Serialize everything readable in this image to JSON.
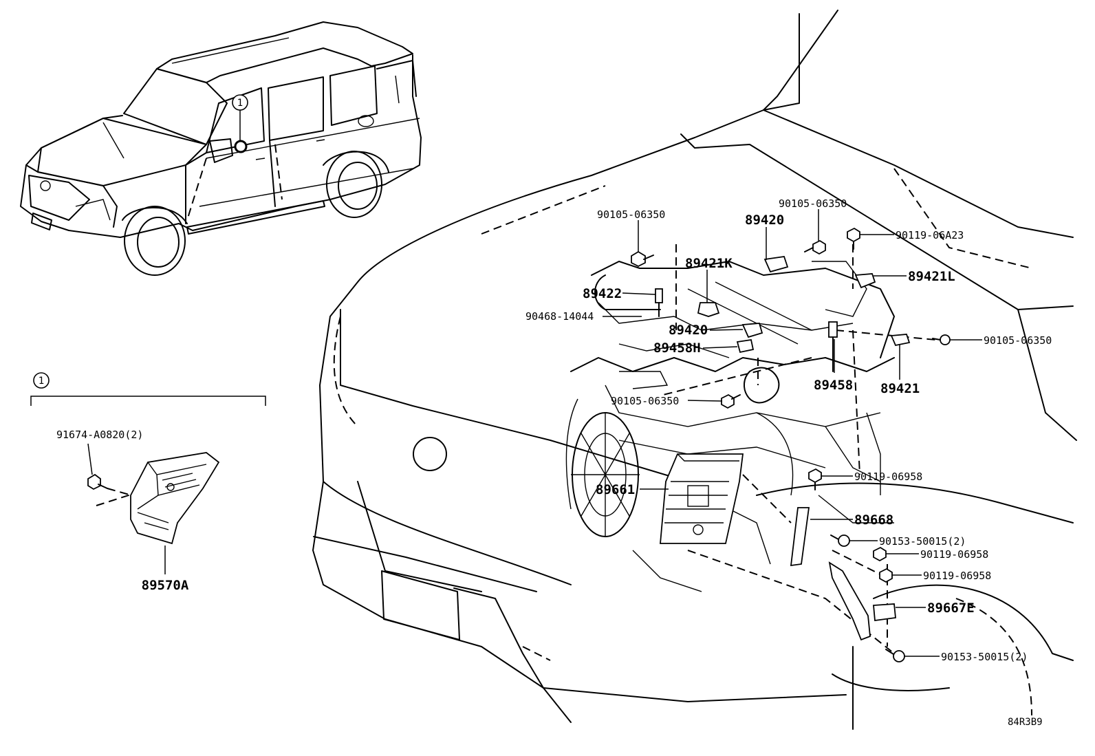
{
  "callout_marker": "1",
  "inset": {
    "marker": "1",
    "parts": {
      "bolt": "91674-A0820(2)",
      "module": "89570A"
    }
  },
  "labels": {
    "p90105_a": "90105-06350",
    "p90105_b": "90105-06350",
    "p90119_06A23": "90119-06A23",
    "p89420_top": "89420",
    "p89421K": "89421K",
    "p89421L": "89421L",
    "p89422": "89422",
    "p90468": "90468-14044",
    "p89420_mid": "89420",
    "p89458H": "89458H",
    "p90105_c": "90105-06350",
    "p90105_d": "90105-06350",
    "p89458": "89458",
    "p89421": "89421",
    "p89661": "89661",
    "p90119_06958_a": "90119-06958",
    "p89668": "89668",
    "p90153_a": "90153-50015(2)",
    "p90119_06958_b": "90119-06958",
    "p90119_06958_c": "90119-06958",
    "p89667E": "89667E",
    "p90153_b": "90153-50015(2)"
  },
  "diagram_code": "84R3B9"
}
